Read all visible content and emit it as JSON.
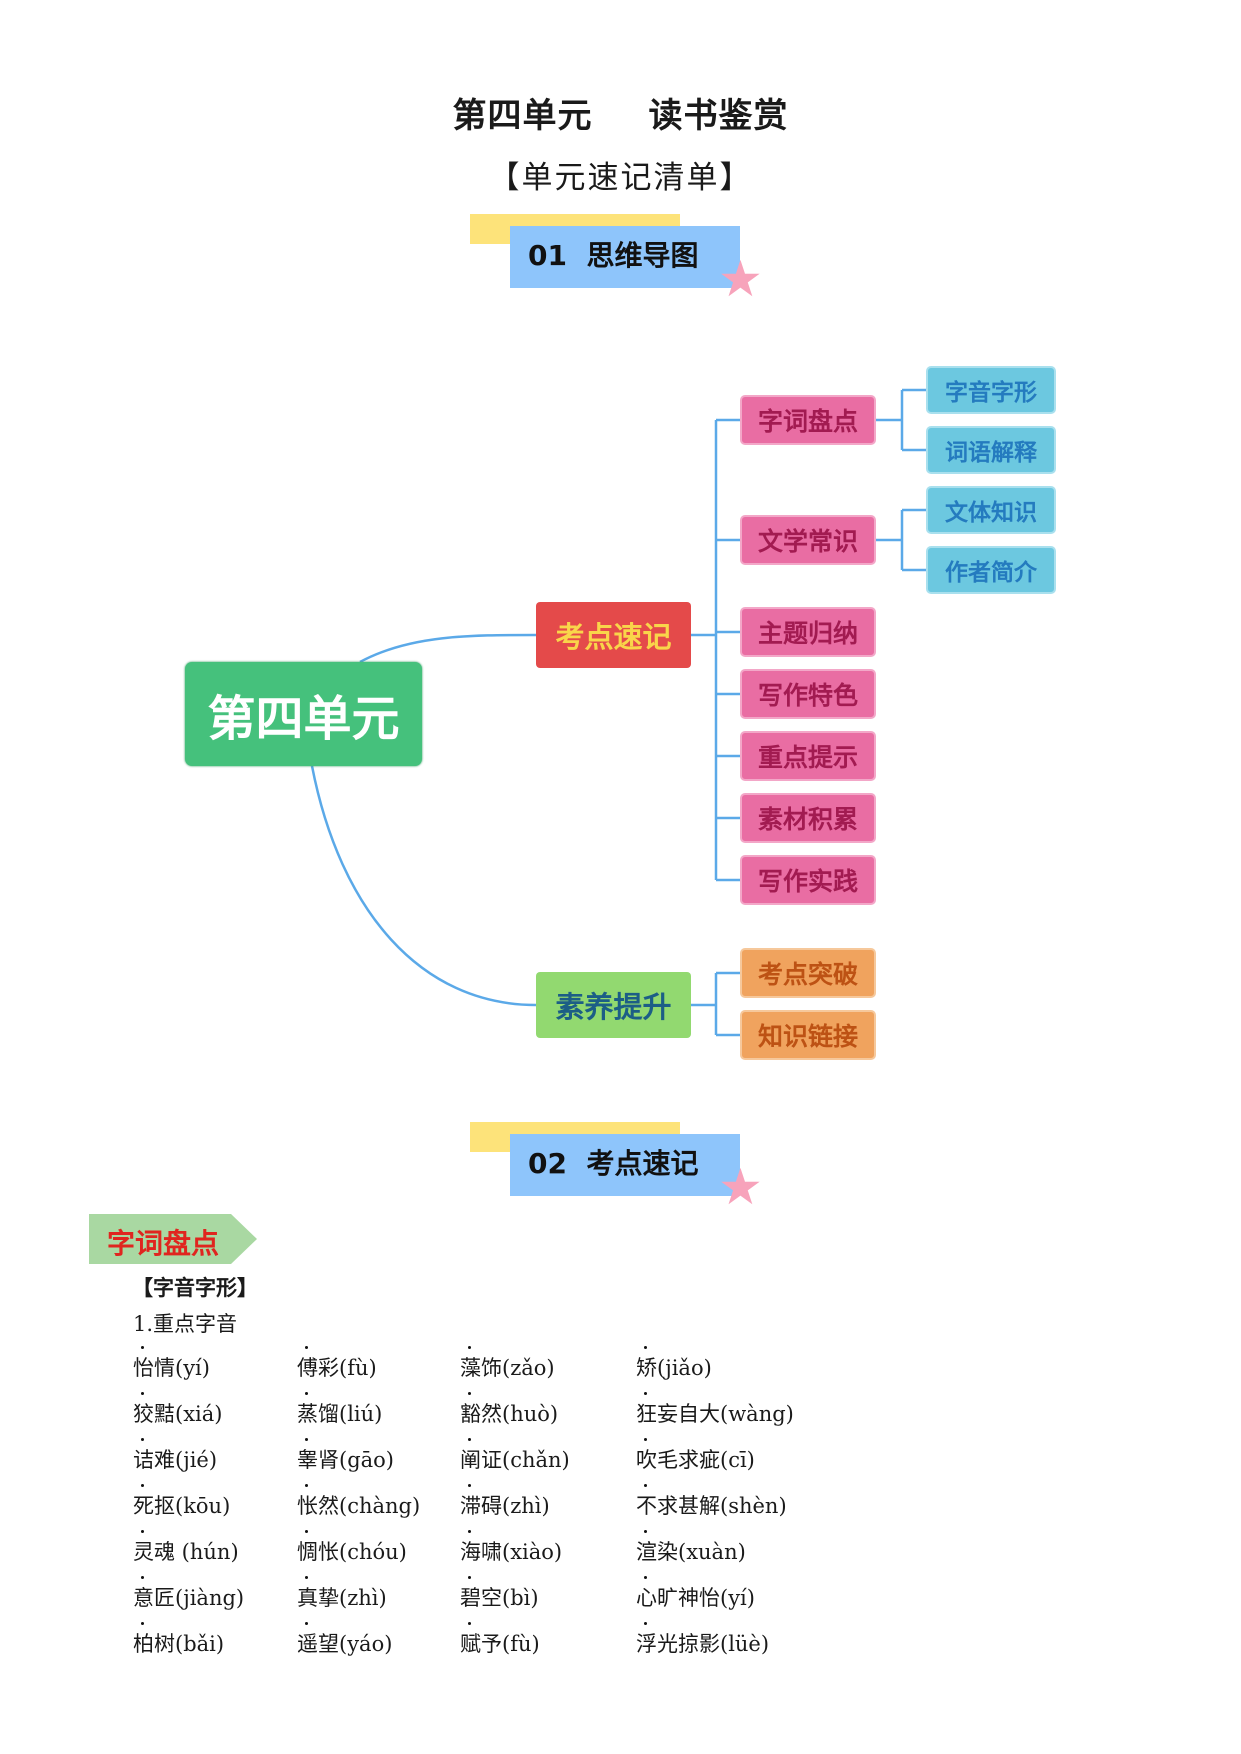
{
  "title": {
    "left": "第四单元",
    "right": "读书鉴赏"
  },
  "subtitle": "【单元速记清单】",
  "section1": {
    "number": "01",
    "label": "思维导图"
  },
  "section2": {
    "number": "02",
    "label": "考点速记"
  },
  "mindmap": {
    "root": "第四单元",
    "branch1": {
      "label": "考点速记",
      "children": [
        {
          "label": "字词盘点",
          "children": [
            "字音字形",
            "词语解释"
          ]
        },
        {
          "label": "文学常识",
          "children": [
            "文体知识",
            "作者简介"
          ]
        },
        {
          "label": "主题归纳"
        },
        {
          "label": "写作特色"
        },
        {
          "label": "重点提示"
        },
        {
          "label": "素材积累"
        },
        {
          "label": "写作实践"
        }
      ]
    },
    "branch2": {
      "label": "素养提升",
      "children": [
        {
          "label": "考点突破"
        },
        {
          "label": "知识链接"
        }
      ]
    }
  },
  "category_banner": "字词盘点",
  "subheading": "【字音字形】",
  "list_heading": "1.重点字音",
  "pronunciations": [
    [
      "怡情(yí)",
      "傅彩(fù)",
      "藻饰(zǎo)",
      "矫(jiǎo)"
    ],
    [
      "狡黠(xiá)",
      "蒸馏(liú)",
      "豁然(huò)",
      "狂妄自大(wàng)"
    ],
    [
      "诘难(jié)",
      "睾肾(gāo)",
      "阐证(chǎn)",
      "吹毛求疵(cī)"
    ],
    [
      "死抠(kōu)",
      "怅然(chàng)",
      "滞碍(zhì)",
      "不求甚解(shèn)"
    ],
    [
      "灵魂 (hún)",
      "惆怅(chóu)",
      "海啸(xiào)",
      "渲染(xuàn)"
    ],
    [
      "意匠(jiàng)",
      "真挚(zhì)",
      "碧空(bì)",
      "心旷神怡(yí)"
    ],
    [
      "柏树(bǎi)",
      "遥望(yáo)",
      "赋予(fù)",
      "浮光掠影(lüè)"
    ]
  ]
}
